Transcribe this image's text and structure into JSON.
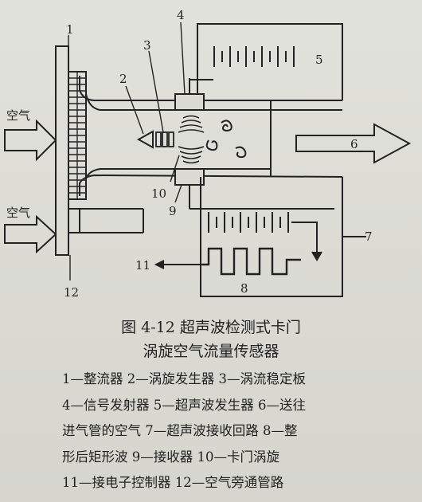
{
  "diagram": {
    "labels": {
      "n1": "1",
      "n2": "2",
      "n3": "3",
      "n4": "4",
      "n5": "5",
      "n6": "6",
      "n7": "7",
      "n8": "8",
      "n9": "9",
      "n10": "10",
      "n11": "11",
      "n12": "12",
      "air_top": "空气",
      "air_bottom": "空气"
    }
  },
  "caption": {
    "line1": "图 4-12    超声波检测式卡门",
    "line2": "涡旋空气流量传感器"
  },
  "legend": {
    "lines": [
      "1—整流器  2—涡旋发生器  3—涡流稳定板",
      "4—信号发射器  5—超声波发生器  6—送往",
      "进气管的空气  7—超声波接收回路  8—整",
      "形后矩形波  9—接收器  10—卡门涡旋",
      "11—接电子控制器  12—空气旁通管路"
    ]
  }
}
